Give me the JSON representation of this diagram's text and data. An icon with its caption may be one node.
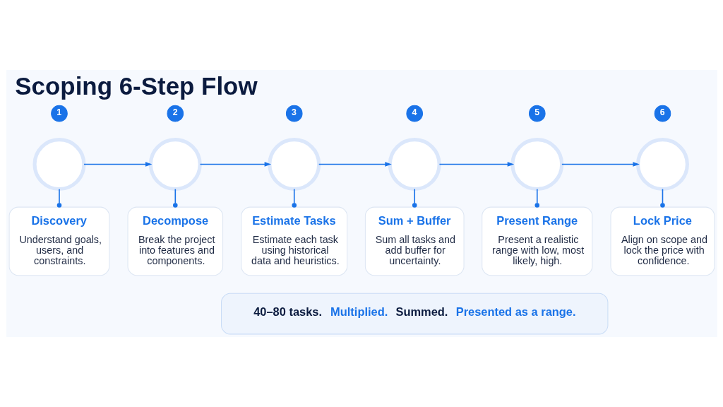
{
  "diagram": {
    "title": "Scoping 6-Step Flow",
    "nodes": [
      {
        "text": [
          "1"
        ]
      },
      {
        "text": [],
        "shape": "circle"
      },
      {
        "text": [
          "Discovery",
          "Understand goals, users, and constraints."
        ]
      },
      {
        "text": [
          "2"
        ]
      },
      {
        "text": [],
        "shape": "circle"
      },
      {
        "text": [
          "Decompose",
          "Break the project into features and components."
        ]
      },
      {
        "text": [
          "3"
        ]
      },
      {
        "text": [],
        "shape": "circle"
      },
      {
        "text": [
          "Estimate Tasks",
          "Estimate each task using historical data and heuristics."
        ]
      },
      {
        "text": [
          "4"
        ]
      },
      {
        "text": [],
        "shape": "circle"
      },
      {
        "text": [
          "Sum + Buffer",
          "Sum all tasks and add buffer for uncertainty."
        ]
      },
      {
        "text": [
          "5"
        ]
      },
      {
        "text": [],
        "shape": "circle"
      },
      {
        "text": [
          "Present Range",
          "Present a realistic range with low, most likely, high."
        ]
      },
      {
        "text": [
          "6"
        ]
      },
      {
        "text": [],
        "shape": "circle"
      },
      {
        "text": [
          "Lock Price",
          "Align on scope and lock the price with confidence."
        ]
      },
      {
        "text": [
          "40–80 tasks.",
          "Multiplied.",
          "Summed.",
          "Presented as a range."
        ]
      }
    ],
    "edges": [
      {
        "from": 1,
        "to": 4,
        "arrow": "to"
      },
      {
        "from": 4,
        "to": 7,
        "arrow": "to"
      },
      {
        "from": 7,
        "to": 10,
        "arrow": "to"
      },
      {
        "from": 10,
        "to": 13,
        "arrow": "to"
      },
      {
        "from": 13,
        "to": 16,
        "arrow": "to"
      },
      {
        "from": 1,
        "to": 2,
        "arrow": "other"
      },
      {
        "from": 4,
        "to": 5,
        "arrow": "other"
      },
      {
        "from": 7,
        "to": 8,
        "arrow": "other"
      },
      {
        "from": 10,
        "to": 11,
        "arrow": "other"
      },
      {
        "from": 13,
        "to": 14,
        "arrow": "other"
      },
      {
        "from": 16,
        "to": 17,
        "arrow": "other"
      }
    ]
  }
}
